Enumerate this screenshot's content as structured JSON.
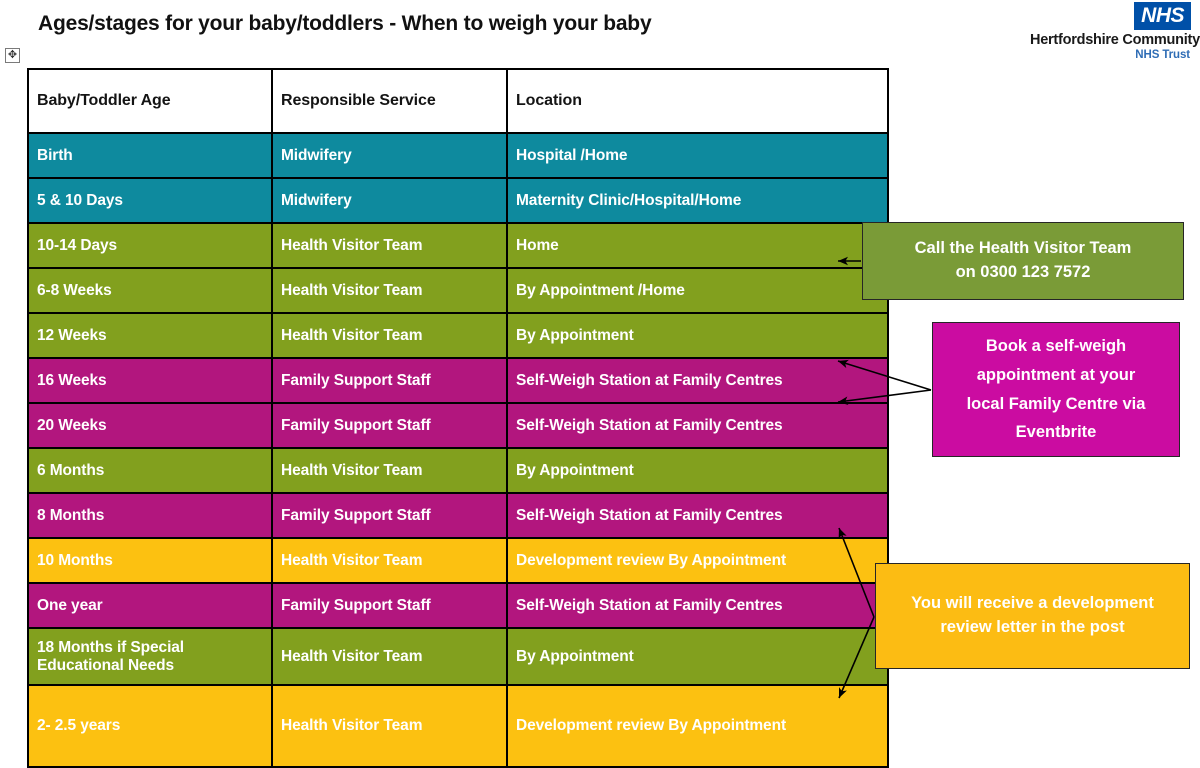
{
  "page": {
    "title": "Ages/stages for your baby/toddlers - When to weigh your baby"
  },
  "logo": {
    "nhs_mark": "NHS",
    "trust_name": "Hertfordshire Community",
    "trust_sub": "NHS Trust",
    "nhs_blue": "#0050a8"
  },
  "handles": {
    "move_glyph": "✥",
    "move_name": "table-move-handle",
    "resize_name": "table-resize-handle"
  },
  "table": {
    "columns": [
      "Baby/Toddler Age",
      "Responsible Service",
      "Location"
    ],
    "rows": [
      {
        "age": "Birth",
        "service": "Midwifery",
        "location": "Hospital /Home",
        "color": "teal",
        "hex": "#0E8A9E",
        "size": "std"
      },
      {
        "age": "5 & 10 Days",
        "service": "Midwifery",
        "location": "Maternity Clinic/Hospital/Home",
        "color": "teal",
        "hex": "#0E8A9E",
        "size": "std"
      },
      {
        "age": "10-14 Days",
        "service": "Health Visitor Team",
        "location": "Home",
        "color": "olive",
        "hex": "#82A01E",
        "size": "std"
      },
      {
        "age": "6-8 Weeks",
        "service": "Health Visitor Team",
        "location": "By Appointment /Home",
        "color": "olive",
        "hex": "#82A01E",
        "size": "std"
      },
      {
        "age": "12 Weeks",
        "service": "Health Visitor Team",
        "location": "By Appointment",
        "color": "olive",
        "hex": "#82A01E",
        "size": "std"
      },
      {
        "age": "16 Weeks",
        "service": "Family Support Staff",
        "location": "Self-Weigh Station at Family Centres",
        "color": "magenta",
        "hex": "#B2167E",
        "size": "std"
      },
      {
        "age": "20 Weeks",
        "service": "Family Support Staff",
        "location": "Self-Weigh Station at Family Centres",
        "color": "magenta",
        "hex": "#B2167E",
        "size": "std"
      },
      {
        "age": "6 Months",
        "service": "Health Visitor Team",
        "location": "By Appointment",
        "color": "olive",
        "hex": "#82A01E",
        "size": "std"
      },
      {
        "age": "8 Months",
        "service": "Family Support Staff",
        "location": "Self-Weigh Station at Family Centres",
        "color": "magenta",
        "hex": "#B2167E",
        "size": "std"
      },
      {
        "age": "10 Months",
        "service": "Health Visitor Team",
        "location": "Development review By Appointment",
        "color": "amber",
        "hex": "#FCC111",
        "size": "std"
      },
      {
        "age": "One year",
        "service": "Family Support Staff",
        "location": "Self-Weigh Station at Family Centres",
        "color": "magenta",
        "hex": "#B2167E",
        "size": "std"
      },
      {
        "age": "18 Months if Special Educational Needs",
        "service": "Health Visitor Team",
        "location": "By Appointment",
        "color": "olive",
        "hex": "#82A01E",
        "size": "two"
      },
      {
        "age": "2- 2.5 years",
        "service": "Health Visitor Team",
        "location": "Development review By Appointment",
        "color": "amber",
        "hex": "#FCC111",
        "size": "tall"
      }
    ]
  },
  "callouts": {
    "green": {
      "text": "Call the Health Visitor Team on 0300 123 7572",
      "line1": "Call the Health Visitor Team",
      "line2": "on 0300 123 7572",
      "hex": "#7A9B37"
    },
    "pink": {
      "text": "Book a self-weigh appointment at your local Family Centre via Eventbrite",
      "line1": "Book a self-weigh",
      "line2": "appointment at your",
      "line3": "local Family Centre via",
      "line4": "Eventbrite",
      "hex": "#CB0CA1"
    },
    "amber": {
      "text": "You will receive a development review letter in the post",
      "line1": "You will receive a development",
      "line2": "review letter in the post",
      "hex": "#FCBC13"
    }
  }
}
